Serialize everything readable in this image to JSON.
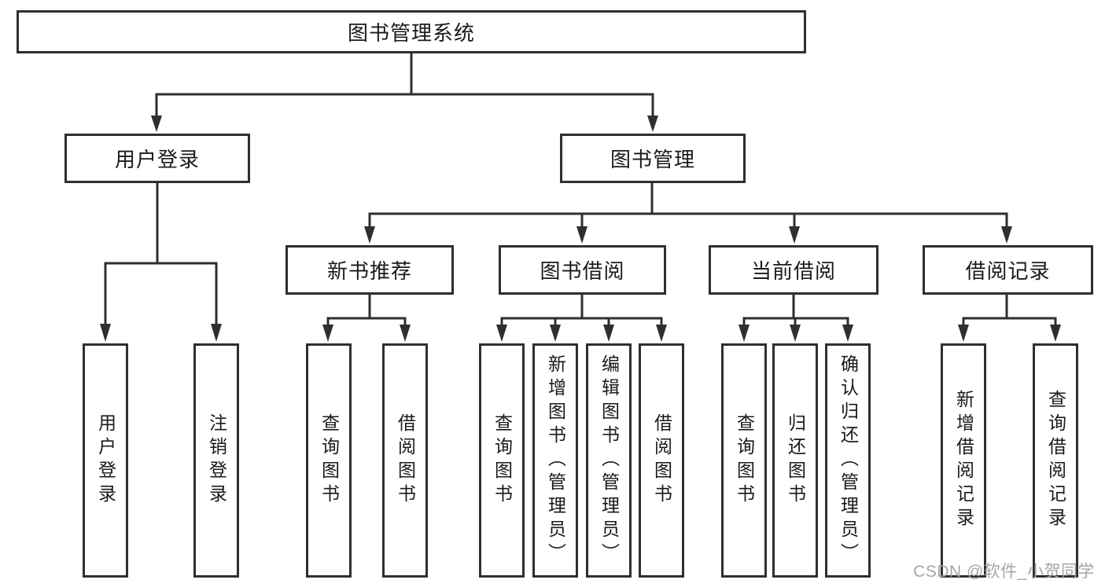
{
  "tree": {
    "root": {
      "label": "图书管理系统"
    },
    "branches": [
      {
        "label": "用户登录",
        "children": [
          {
            "label": "用户登录"
          },
          {
            "label": "注销登录"
          }
        ]
      },
      {
        "label": "图书管理",
        "children": [
          {
            "label": "新书推荐",
            "children": [
              {
                "label": "查询图书"
              },
              {
                "label": "借阅图书"
              }
            ]
          },
          {
            "label": "图书借阅",
            "children": [
              {
                "label": "查询图书"
              },
              {
                "label": "新增图书（管理员）"
              },
              {
                "label": "编辑图书（管理员）"
              },
              {
                "label": "借阅图书"
              }
            ]
          },
          {
            "label": "当前借阅",
            "children": [
              {
                "label": "查询图书"
              },
              {
                "label": "归还图书"
              },
              {
                "label": "确认归还（管理员）"
              }
            ]
          },
          {
            "label": "借阅记录",
            "children": [
              {
                "label": "新增借阅记录"
              },
              {
                "label": "查询借阅记录"
              }
            ]
          }
        ]
      }
    ]
  },
  "watermark": {
    "text": "CSDN @软件_小贺同学"
  },
  "colors": {
    "line": "#2f2f2f",
    "text": "#1a1a1a",
    "watermark": "#a5a5a5",
    "background": "#ffffff"
  }
}
